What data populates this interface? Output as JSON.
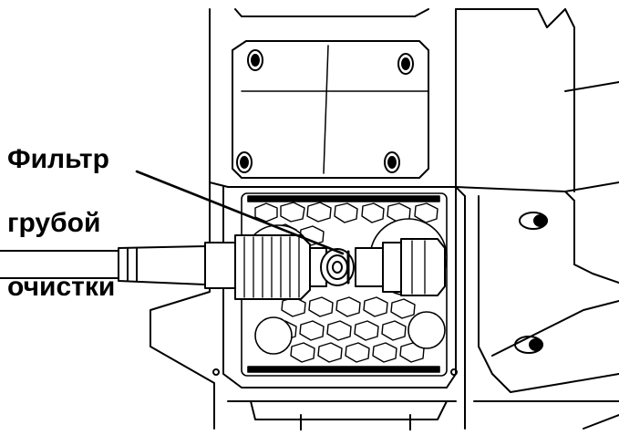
{
  "callout": {
    "line1": "Фильтр",
    "line2": "грубой",
    "line3": "очистки"
  },
  "colors": {
    "line": "#000000",
    "background": "#ffffff",
    "shade": "#e6e6e6"
  }
}
